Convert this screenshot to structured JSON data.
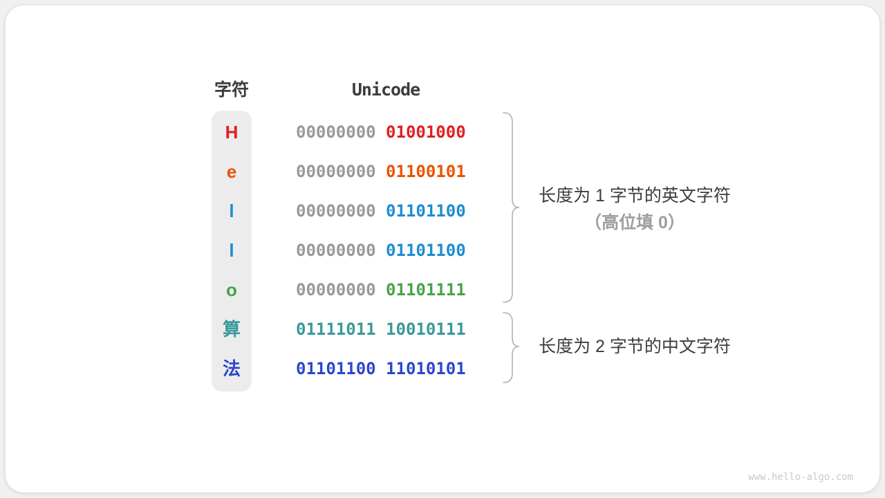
{
  "page": {
    "watermark": "www.hello-algo.com",
    "colors": {
      "page_bg": "#f0f0f0",
      "card_bg": "#ffffff",
      "column_bg": "#ececec",
      "header_text": "#3c3c3c",
      "zero_padding_gray": "#999999",
      "note_gray": "#9e9e9e",
      "brace": "#b0b0b0",
      "red": "#e02020",
      "orange": "#ec5300",
      "blue": "#1d8cd3",
      "green": "#47a34a",
      "teal": "#3a9999",
      "indigo": "#2b46cf"
    }
  },
  "table": {
    "char_header": "字符",
    "unicode_header": "Unicode",
    "rows": [
      {
        "char": "H",
        "byte1": "00000000",
        "byte2": "01001000",
        "byte1_color": "#999999",
        "byte2_color": "#e02020",
        "char_color": "#e02020"
      },
      {
        "char": "e",
        "byte1": "00000000",
        "byte2": "01100101",
        "byte1_color": "#999999",
        "byte2_color": "#ec5300",
        "char_color": "#ec5300"
      },
      {
        "char": "l",
        "byte1": "00000000",
        "byte2": "01101100",
        "byte1_color": "#999999",
        "byte2_color": "#1d8cd3",
        "char_color": "#1d8cd3"
      },
      {
        "char": "l",
        "byte1": "00000000",
        "byte2": "01101100",
        "byte1_color": "#999999",
        "byte2_color": "#1d8cd3",
        "char_color": "#1d8cd3"
      },
      {
        "char": "o",
        "byte1": "00000000",
        "byte2": "01101111",
        "byte1_color": "#999999",
        "byte2_color": "#47a34a",
        "char_color": "#47a34a"
      },
      {
        "char": "算",
        "byte1": "01111011",
        "byte2": "10010111",
        "byte1_color": "#3a9999",
        "byte2_color": "#3a9999",
        "char_color": "#3a9999"
      },
      {
        "char": "法",
        "byte1": "01101100",
        "byte2": "11010101",
        "byte1_color": "#2b46cf",
        "byte2_color": "#2b46cf",
        "char_color": "#2b46cf"
      }
    ]
  },
  "annotations": {
    "group1_line1": "长度为 1 字节的英文字符",
    "group1_line2": "（高位填 0）",
    "group2_line1": "长度为 2 字节的中文字符"
  }
}
